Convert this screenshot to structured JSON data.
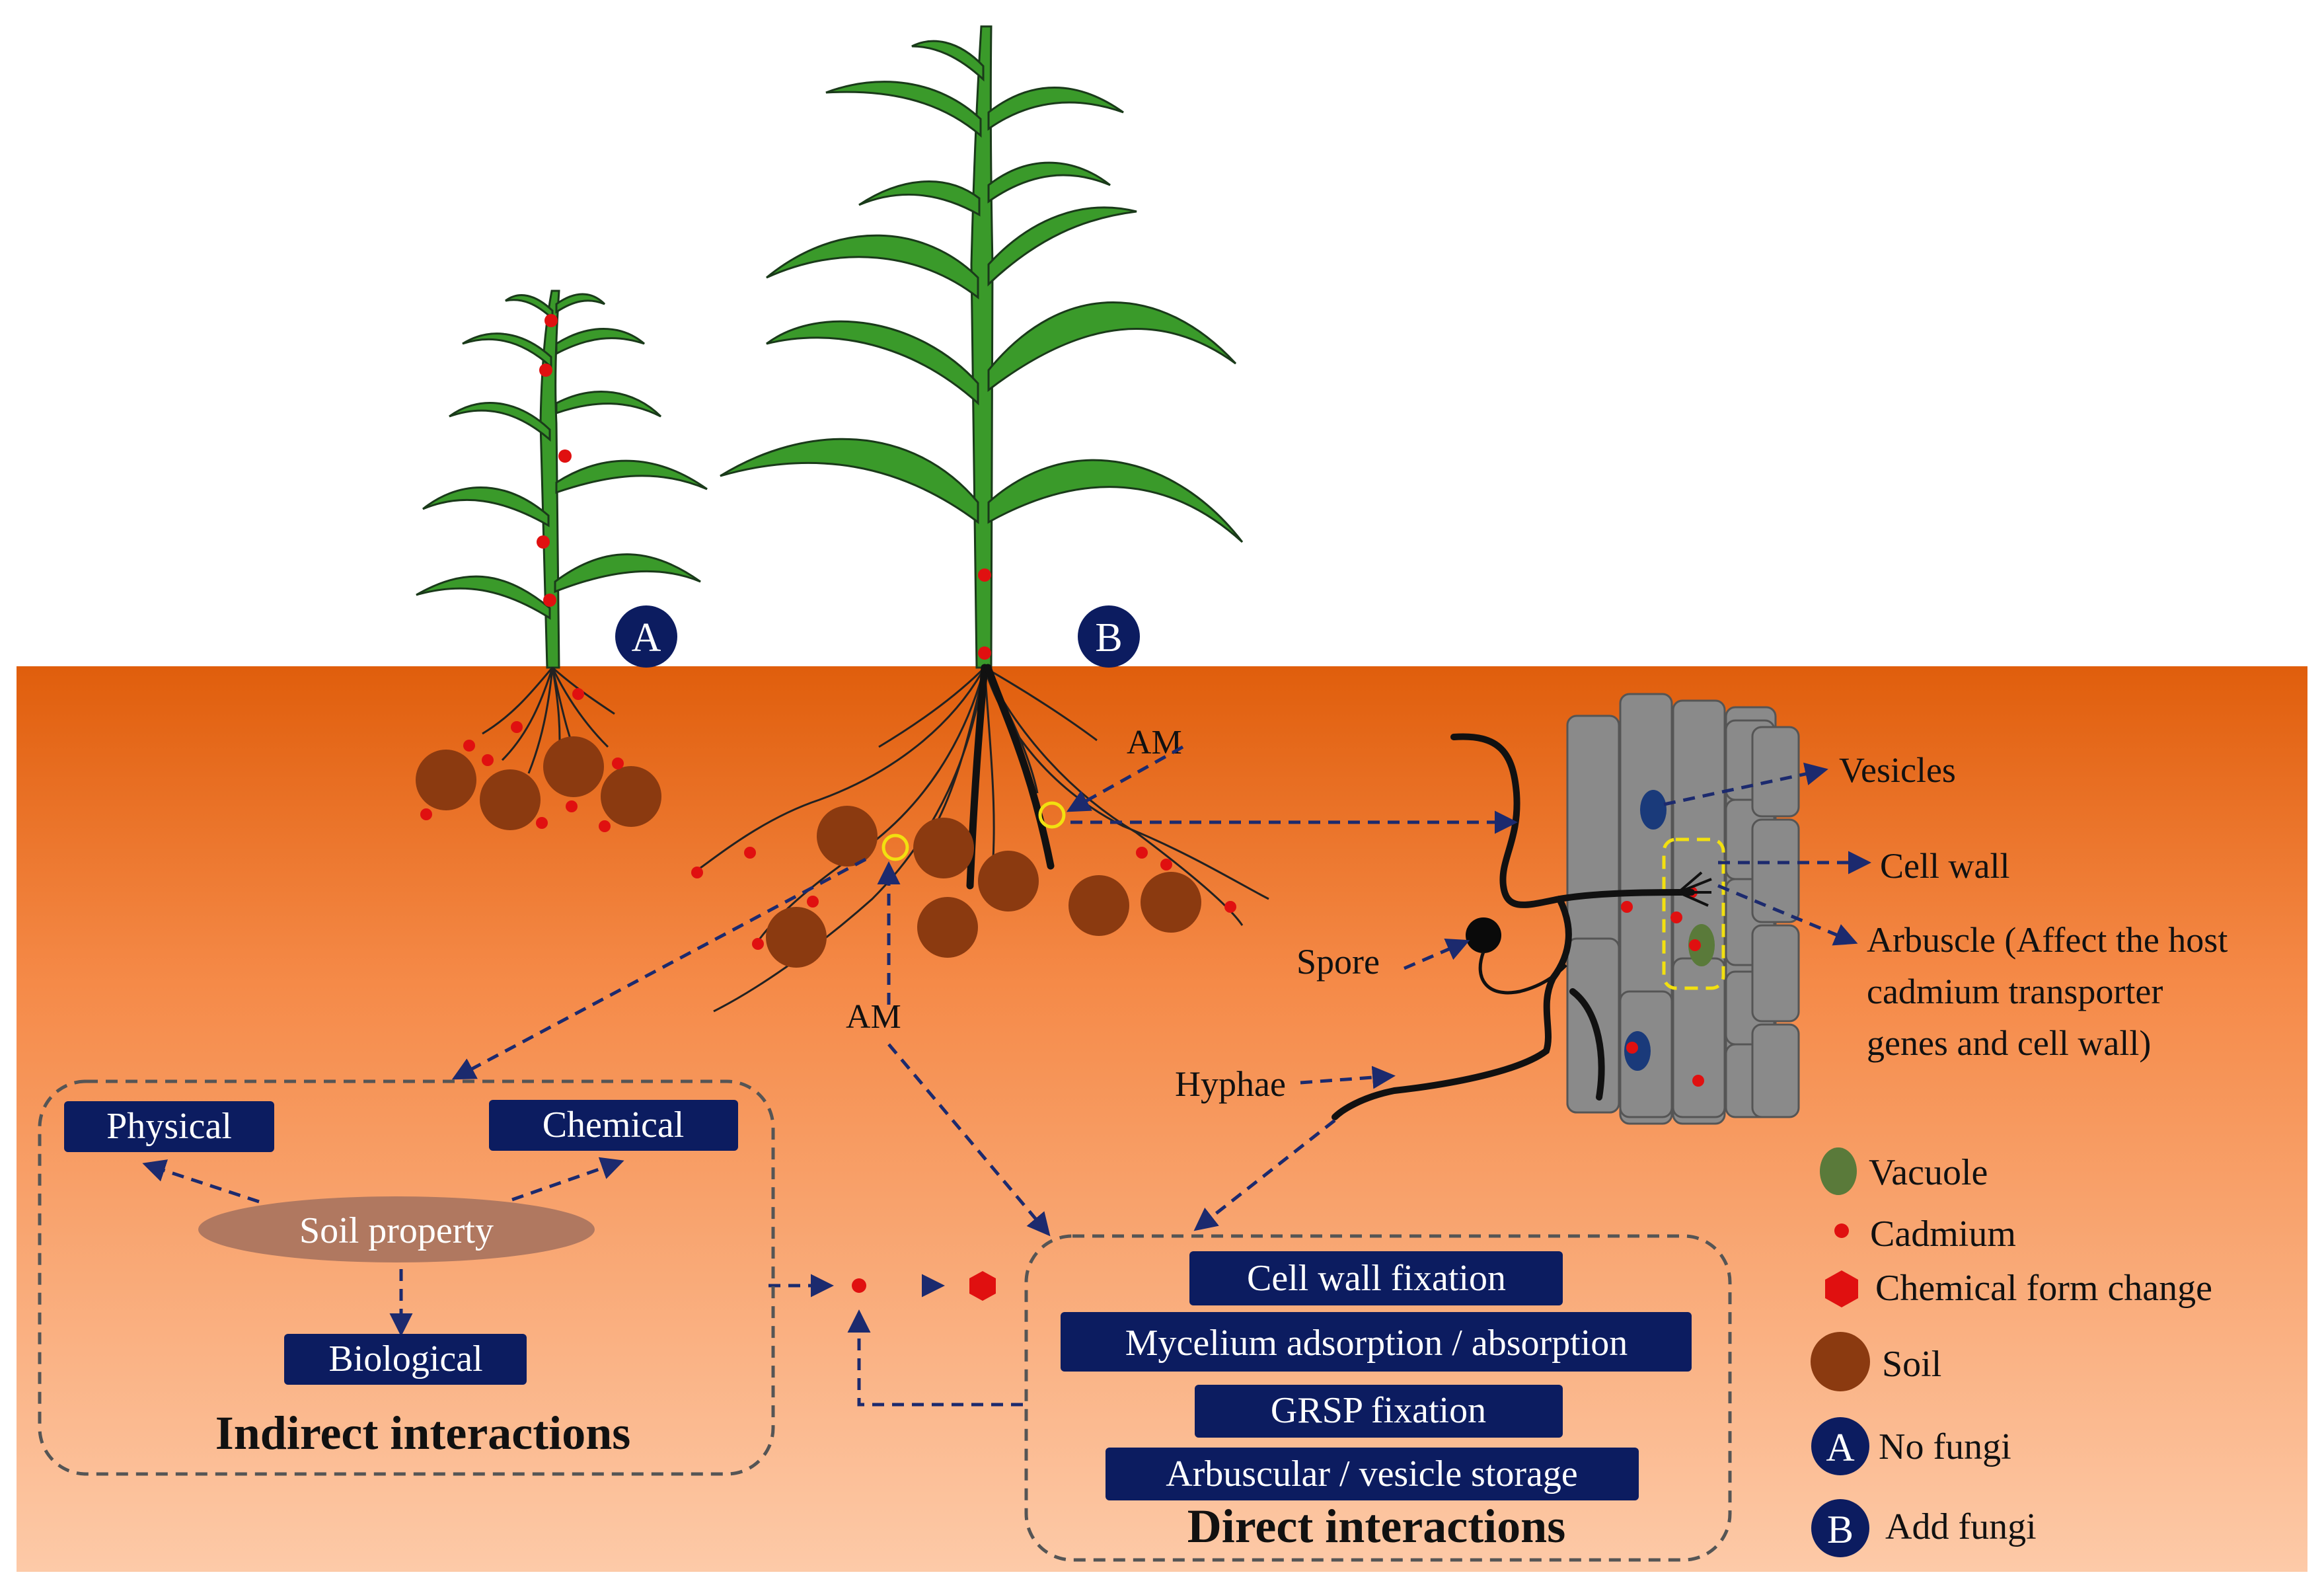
{
  "plants": {
    "a_badge": "A",
    "b_badge": "B"
  },
  "labels": {
    "am_top": "AM",
    "am_bottom": "AM",
    "vesicles": "Vesicles",
    "cell_wall": "Cell wall",
    "arbuscle_line1": "Arbuscle (Affect the host",
    "arbuscle_line2": "cadmium transporter",
    "arbuscle_line3": "genes and cell wall)",
    "spore": "Spore",
    "hyphae": "Hyphae"
  },
  "indirect": {
    "physical": "Physical",
    "chemical": "Chemical",
    "soil_property": "Soil property",
    "biological": "Biological",
    "title": "Indirect interactions"
  },
  "direct": {
    "items": [
      "Cell wall fixation",
      "Mycelium adsorption / absorption",
      "GRSP fixation",
      "Arbuscular / vesicle storage"
    ],
    "title": "Direct interactions"
  },
  "legend": {
    "vacuole": "Vacuole",
    "cadmium": "Cadmium",
    "chemical_form_change": "Chemical form change",
    "soil": "Soil",
    "a_badge": "A",
    "no_fungi": "No fungi",
    "b_badge": "B",
    "add_fungi": "Add fungi"
  },
  "colors": {
    "soil_top": "#e06010",
    "soil_bottom": "#fcc8a4",
    "navy": "#0c1c60",
    "leaf": "#3a9a2a",
    "leaf_outline": "#1a3a1a",
    "soil_ball": "#8b3a10",
    "cadmium": "#e01010",
    "cell": "#8a8a8a",
    "vacuole": "#5a7a3a",
    "soil_property": "#b07860"
  }
}
